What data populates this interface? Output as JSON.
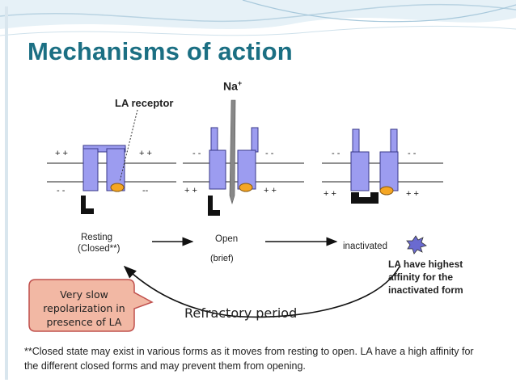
{
  "slide": {
    "title": "Mechanisms of action"
  },
  "diagram": {
    "na_label": "Na",
    "na_sup": "+",
    "la_receptor_label": "LA receptor",
    "states": {
      "resting": "Resting",
      "closed": "(Closed**)",
      "open": "Open",
      "brief": "(brief)",
      "inactivated": "inactivated"
    },
    "charges": {
      "plus_plus": "+ +",
      "minus_minus": "- -",
      "minus_minus_alt": "--"
    },
    "affinity_note": [
      "LA have highest",
      "affinity for the",
      "inactivated form"
    ],
    "refractory_label": "Refractory period",
    "callout_lines": [
      "Very slow",
      "repolarization in",
      "presence of LA"
    ],
    "footnote": "**Closed state may exist in various forms as it moves from resting to open. LA have a high affinity for the different closed forms and may prevent them from opening."
  },
  "colors": {
    "title": "#1b6f83",
    "channel": "#9c9cf0",
    "channel_stroke": "#3a3a8a",
    "receptor": "#f5a623",
    "callout": "#f2b8a4",
    "callout_stroke": "#c0504d",
    "star": "#6a6ad0"
  }
}
